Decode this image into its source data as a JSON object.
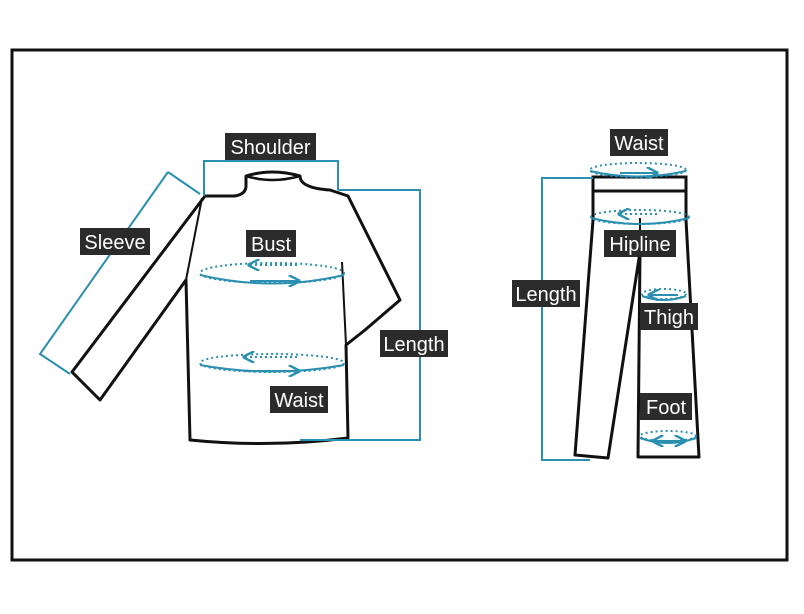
{
  "diagram": {
    "colors": {
      "background": "#ffffff",
      "outline": "#111111",
      "measure_line": "#2a8fb0",
      "label_bg": "#2b2b2b",
      "label_text": "#ffffff"
    },
    "top": {
      "labels": {
        "shoulder": "Shoulder",
        "sleeve": "Sleeve",
        "bust": "Bust",
        "waist": "Waist",
        "length": "Length"
      }
    },
    "pants": {
      "labels": {
        "waist": "Waist",
        "hipline": "Hipline",
        "length": "Length",
        "thigh": "Thigh",
        "foot": "Foot"
      }
    }
  }
}
